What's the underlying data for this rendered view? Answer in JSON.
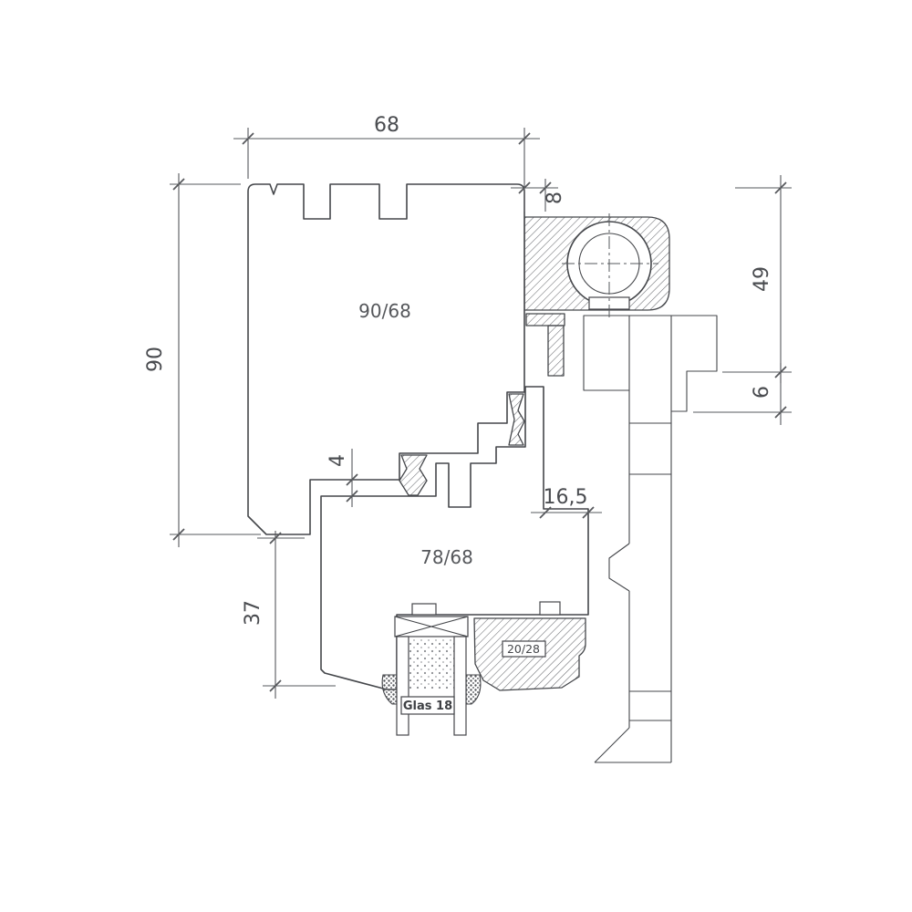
{
  "drawing": {
    "type": "window-profile-cross-section",
    "background": "#ffffff",
    "line_color": "#45474b",
    "dim_color": "#56585c",
    "profiles": {
      "frame_label": "90/68",
      "sash_label": "78/68",
      "bead_label": "20/28",
      "glass_label": "Glas 18"
    },
    "dimensions": {
      "width_top": "68",
      "height_left": "90",
      "gap_top_right": "8",
      "right_upper": "49",
      "right_step": "6",
      "gap_middle": "4",
      "overlap_middle": "16,5",
      "height_bottom_left": "37"
    }
  }
}
